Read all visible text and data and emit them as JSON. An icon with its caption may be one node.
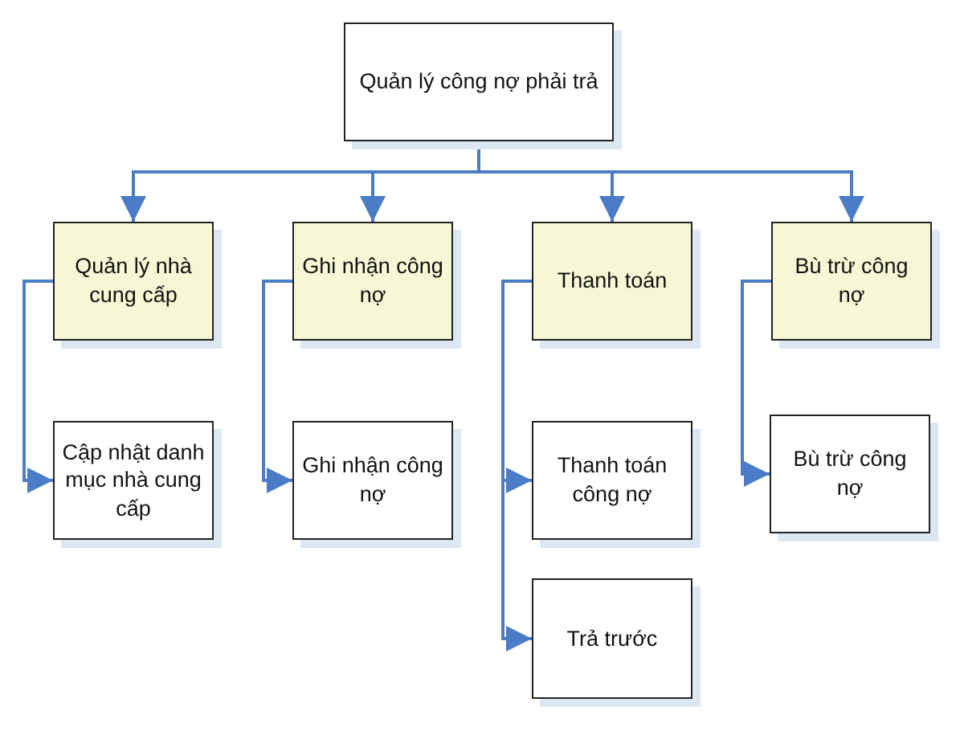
{
  "diagram": {
    "nodes": [
      {
        "text": [
          "Quản lý công nợ phải trả"
        ]
      },
      {
        "text": [
          "Quản lý nhà cung cấp"
        ]
      },
      {
        "text": [
          "Ghi nhận công nợ"
        ]
      },
      {
        "text": [
          "Thanh toán"
        ]
      },
      {
        "text": [
          "Bù trừ công nợ"
        ]
      },
      {
        "text": [
          "Cập nhật danh mục nhà cung cấp"
        ]
      },
      {
        "text": [
          "Ghi nhận công nợ"
        ]
      },
      {
        "text": [
          "Thanh toán công nợ"
        ]
      },
      {
        "text": [
          "Bù trừ công nợ"
        ]
      },
      {
        "text": [
          "Trả trước"
        ]
      }
    ],
    "edges": [
      {
        "from": 0,
        "to": 1,
        "arrow": "to"
      },
      {
        "from": 0,
        "to": 2,
        "arrow": "to"
      },
      {
        "from": 0,
        "to": 3,
        "arrow": "to"
      },
      {
        "from": 0,
        "to": 4,
        "arrow": "to"
      },
      {
        "from": 1,
        "to": 5,
        "arrow": "to"
      },
      {
        "from": 2,
        "to": 6,
        "arrow": "to"
      },
      {
        "from": 3,
        "to": 7,
        "arrow": "to"
      },
      {
        "from": 4,
        "to": 8,
        "arrow": "to"
      },
      {
        "from": 3,
        "to": 9,
        "arrow": "to"
      }
    ]
  }
}
